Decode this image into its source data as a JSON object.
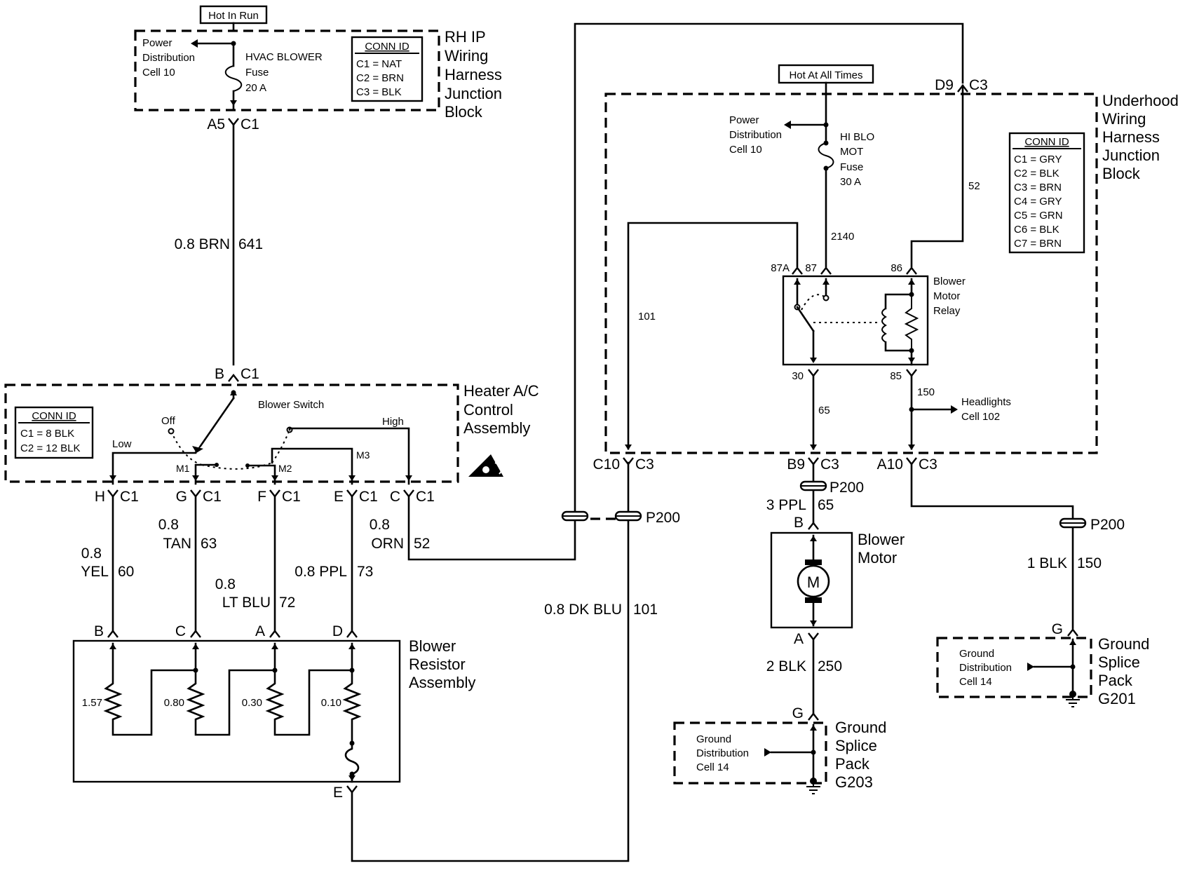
{
  "top_labels": {
    "hot_in_run": "Hot In Run",
    "hot_at_all_times": "Hot At All Times"
  },
  "rh_ip_block": {
    "title": [
      "RH IP",
      "Wiring",
      "Harness",
      "Junction",
      "Block"
    ],
    "power_dist": [
      "Power",
      "Distribution",
      "Cell 10"
    ],
    "fuse": [
      "HVAC BLOWER",
      "Fuse",
      "20 A"
    ],
    "conn_id_title": "CONN ID",
    "conn_ids": [
      "C1 = NAT",
      "C2 = BRN",
      "C3 = BLK"
    ],
    "connector": {
      "pin": "A5",
      "conn": "C1"
    }
  },
  "wire_641": {
    "gauge_color": "0.8 BRN",
    "circuit": "641"
  },
  "heater_ac": {
    "title": [
      "Heater A/C",
      "Control",
      "Assembly"
    ],
    "conn_id_title": "CONN ID",
    "conn_ids": [
      "C1 = 8 BLK",
      "C2 = 12 BLK"
    ],
    "switch_label": "Blower Switch",
    "positions": {
      "off": "Off",
      "low": "Low",
      "high": "High",
      "m1": "M1",
      "m2": "M2",
      "m3": "M3"
    },
    "top_connector": {
      "pin": "B",
      "conn": "C1"
    },
    "bottom_connectors": [
      {
        "pin": "H",
        "conn": "C1"
      },
      {
        "pin": "G",
        "conn": "C1"
      },
      {
        "pin": "F",
        "conn": "C1"
      },
      {
        "pin": "E",
        "conn": "C1"
      },
      {
        "pin": "C",
        "conn": "C1"
      }
    ]
  },
  "resistor_wires": {
    "yel": {
      "gauge": "0.8",
      "color": "YEL",
      "circuit": "60"
    },
    "tan": {
      "gauge": "0.8",
      "color": "TAN",
      "circuit": "63"
    },
    "ltblu": {
      "gauge": "0.8",
      "color": "LT BLU",
      "circuit": "72"
    },
    "ppl": {
      "label": "0.8 PPL",
      "circuit": "73"
    },
    "orn": {
      "gauge": "0.8",
      "color": "ORN",
      "circuit": "52"
    }
  },
  "resistor_assembly": {
    "title": [
      "Blower",
      "Resistor",
      "Assembly"
    ],
    "pins": {
      "b": "B",
      "c": "C",
      "a": "A",
      "d": "D",
      "e": "E"
    },
    "values": [
      "1.57",
      "0.80",
      "0.30",
      "0.10"
    ]
  },
  "wire_101": {
    "label": "0.8 DK BLU",
    "circuit": "101",
    "inner": "101"
  },
  "p200": "P200",
  "underhood_block": {
    "title": [
      "Underhood",
      "Wiring",
      "Harness",
      "Junction",
      "Block"
    ],
    "power_dist": [
      "Power",
      "Distribution",
      "Cell 10"
    ],
    "fuse": [
      "HI BLO",
      "MOT",
      "Fuse",
      "30 A"
    ],
    "conn_id_title": "CONN ID",
    "conn_ids": [
      "C1 = GRY",
      "C2 = BLK",
      "C3 = BRN",
      "C4 = GRY",
      "C5 = GRN",
      "C6 = BLK",
      "C7 = BRN"
    ],
    "d9": {
      "pin": "D9",
      "conn": "C3"
    },
    "c10": {
      "pin": "C10",
      "conn": "C3"
    },
    "b9": {
      "pin": "B9",
      "conn": "C3"
    },
    "a10": {
      "pin": "A10",
      "conn": "C3"
    },
    "circuit_52": "52",
    "circuit_2140": "2140",
    "circuit_65": "65",
    "circuit_150": "150",
    "headlights": [
      "Headlights",
      "Cell 102"
    ]
  },
  "relay": {
    "title": [
      "Blower",
      "Motor",
      "Relay"
    ],
    "pins": {
      "p87a": "87A",
      "p87": "87",
      "p86": "86",
      "p30": "30",
      "p85": "85"
    }
  },
  "blower_motor": {
    "title": [
      "Blower",
      "Motor"
    ],
    "symbol": "M",
    "pin_b": "B",
    "pin_a": "A",
    "wire_top": {
      "label": "3 PPL",
      "circuit": "65"
    },
    "wire_bottom": {
      "label": "2 BLK",
      "circuit": "250"
    }
  },
  "wire_150": {
    "label": "1 BLK",
    "circuit": "150"
  },
  "ground_g203": {
    "pin": "G",
    "dist": [
      "Ground",
      "Distribution",
      "Cell 14"
    ],
    "title": [
      "Ground",
      "Splice",
      "Pack",
      "G203"
    ]
  },
  "ground_g201": {
    "pin": "G",
    "dist": [
      "Ground",
      "Distribution",
      "Cell 14"
    ],
    "title": [
      "Ground",
      "Splice",
      "Pack",
      "G201"
    ]
  }
}
